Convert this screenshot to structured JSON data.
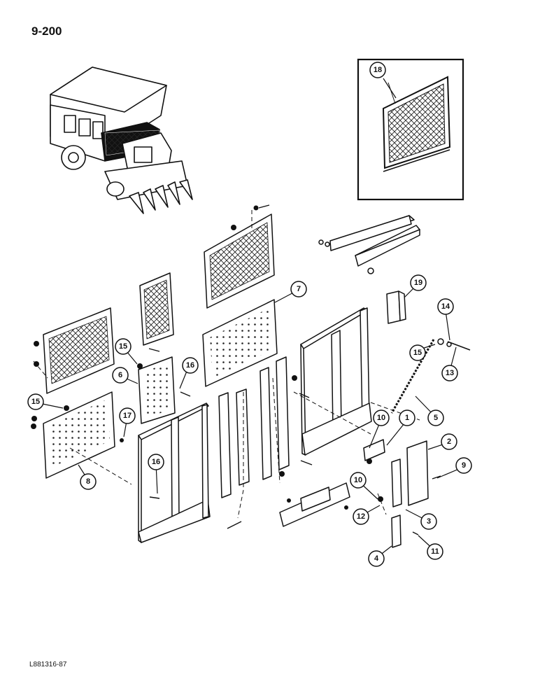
{
  "page": {
    "number": "9-200",
    "footer_code": "L881316-87"
  },
  "inset": {
    "callout": "18"
  },
  "callouts": [
    "1",
    "2",
    "3",
    "4",
    "5",
    "6",
    "7",
    "8",
    "9",
    "10",
    "10",
    "11",
    "12",
    "13",
    "14",
    "15",
    "15",
    "15",
    "16",
    "16",
    "17",
    "19"
  ],
  "colors": {
    "line": "#111111",
    "background": "#ffffff",
    "mesh": "#222222"
  }
}
